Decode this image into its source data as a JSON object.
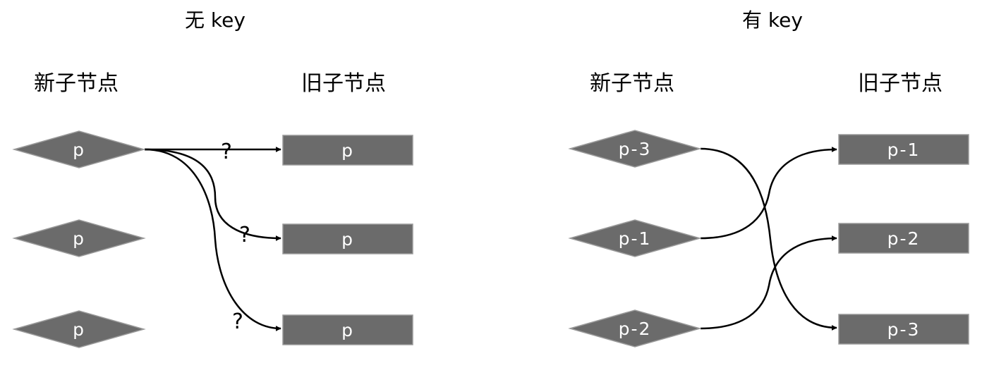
{
  "left": {
    "title": "无 key",
    "new_heading": "新子节点",
    "old_heading": "旧子节点",
    "new_nodes": [
      "p",
      "p",
      "p"
    ],
    "old_nodes": [
      "p",
      "p",
      "p"
    ],
    "question_marks": [
      "?",
      "?",
      "?"
    ]
  },
  "right": {
    "title": "有 key",
    "new_heading": "新子节点",
    "old_heading": "旧子节点",
    "new_nodes": [
      "p-3",
      "p-1",
      "p-2"
    ],
    "old_nodes": [
      "p-1",
      "p-2",
      "p-3"
    ]
  },
  "colors": {
    "node_fill": "#6b6b6b",
    "node_border": "#9a9a9a",
    "label_text": "#ffffff",
    "edge": "#000000"
  }
}
